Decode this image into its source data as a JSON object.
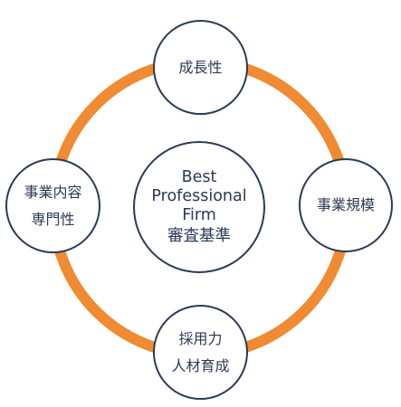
{
  "colors": {
    "ring": "#f08a33",
    "circle_border": "#2b3a55",
    "text": "#2b3a55",
    "background": "#ffffff"
  },
  "center": {
    "lines": [
      "Best",
      "Professional",
      "Firm",
      "審査基準"
    ]
  },
  "top": {
    "lines": [
      "成長性"
    ]
  },
  "left": {
    "lines": [
      "事業内容",
      "専門性"
    ]
  },
  "right": {
    "lines": [
      "事業規模"
    ]
  },
  "bottom": {
    "lines": [
      "採用力",
      "人材育成"
    ]
  }
}
